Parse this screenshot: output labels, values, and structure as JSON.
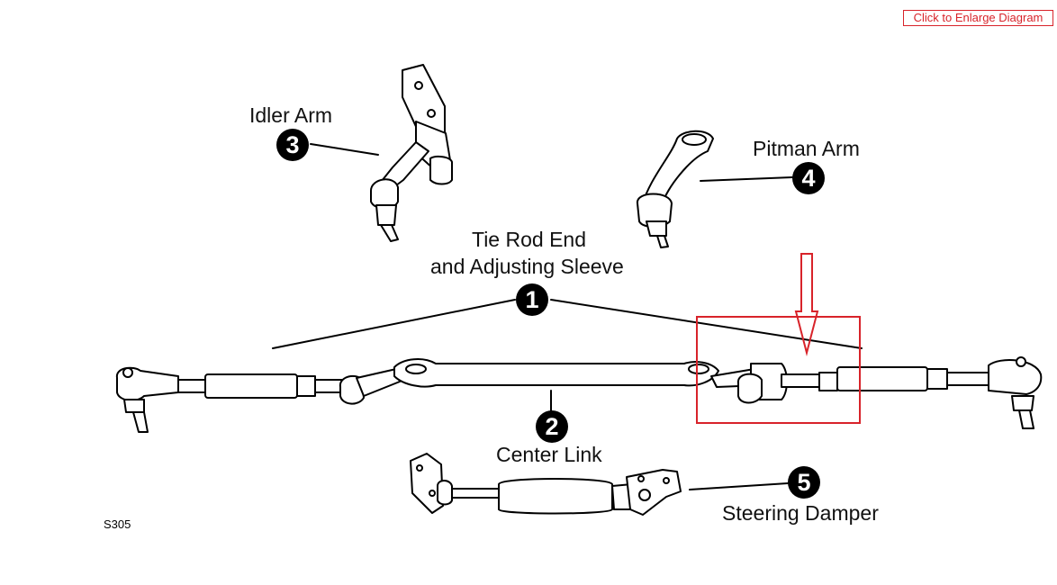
{
  "toolbar": {
    "enlarge_label": "Click to Enlarge Diagram"
  },
  "diagram": {
    "code": "S305",
    "parts": [
      {
        "number": "1",
        "label_line1": "Tie Rod End",
        "label_line2": "and Adjusting Sleeve"
      },
      {
        "number": "2",
        "label": "Center Link"
      },
      {
        "number": "3",
        "label": "Idler Arm"
      },
      {
        "number": "4",
        "label": "Pitman Arm"
      },
      {
        "number": "5",
        "label": "Steering Damper"
      }
    ]
  },
  "highlight": {
    "color": "#d8232a"
  }
}
